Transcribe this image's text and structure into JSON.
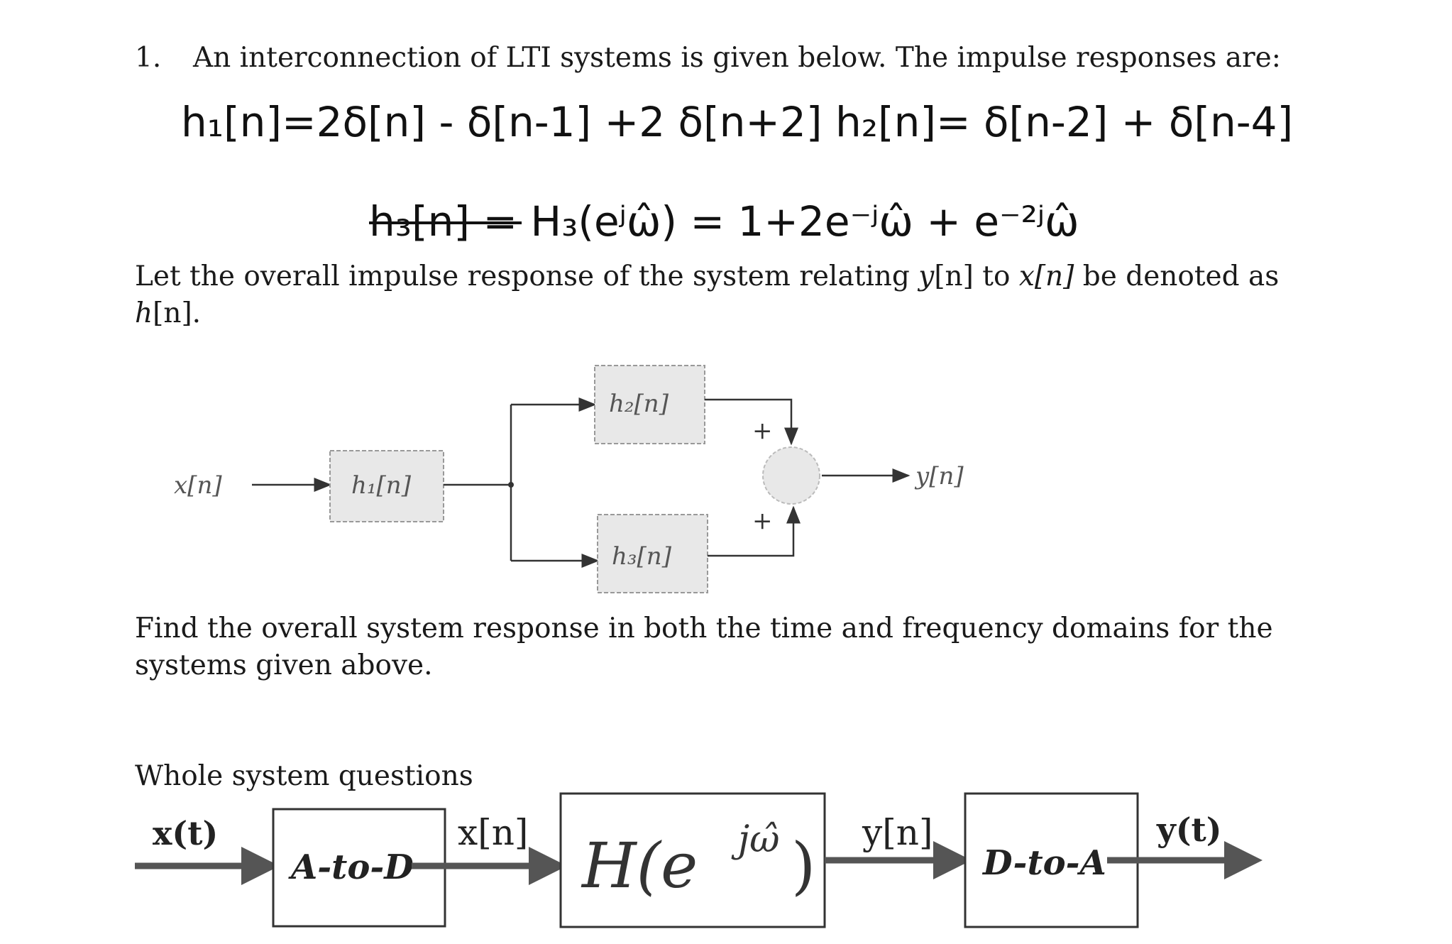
{
  "question": {
    "number": "1.",
    "intro": "An interconnection of LTI systems is given below. The impulse responses are:"
  },
  "handwritten": {
    "eq1": "h₁[n]=2δ[n] - δ[n-1] +2 δ[n+2]  h₂[n]=  δ[n-2] + δ[n-4]",
    "eq2_struck": "h₃[n] =",
    "eq2": "H₃(eʲω̂) = 1+2e⁻ʲω̂ + e⁻²ʲω̂"
  },
  "statement": {
    "line1_a": "Let the overall impulse response of the system relating ",
    "line1_y": "y",
    "line1_b": "[n] to ",
    "line1_x": "x[n]",
    "line1_c": " be denoted as",
    "line2_h": "h",
    "line2_b": "[n]."
  },
  "diagram1": {
    "input_label": "x[n]",
    "h1_label": "h₁[n]",
    "h2_label": "h₂[n]",
    "h3_label": "h₃[n]",
    "plus_top": "+",
    "plus_bottom": "+",
    "output_label": "y[n]"
  },
  "find": {
    "line1": "Find the overall system response in both the time and frequency domains for the",
    "line2": "systems given above."
  },
  "whole_system": {
    "heading": "Whole system questions",
    "x_t": "x(t)",
    "atod": "A-to-D",
    "x_n": "x[n]",
    "h_text": "H(e",
    "h_exp": "jω̂",
    "h_close": ")",
    "y_n": "y[n]",
    "dtoa": "D-to-A",
    "y_t": "y(t)"
  }
}
